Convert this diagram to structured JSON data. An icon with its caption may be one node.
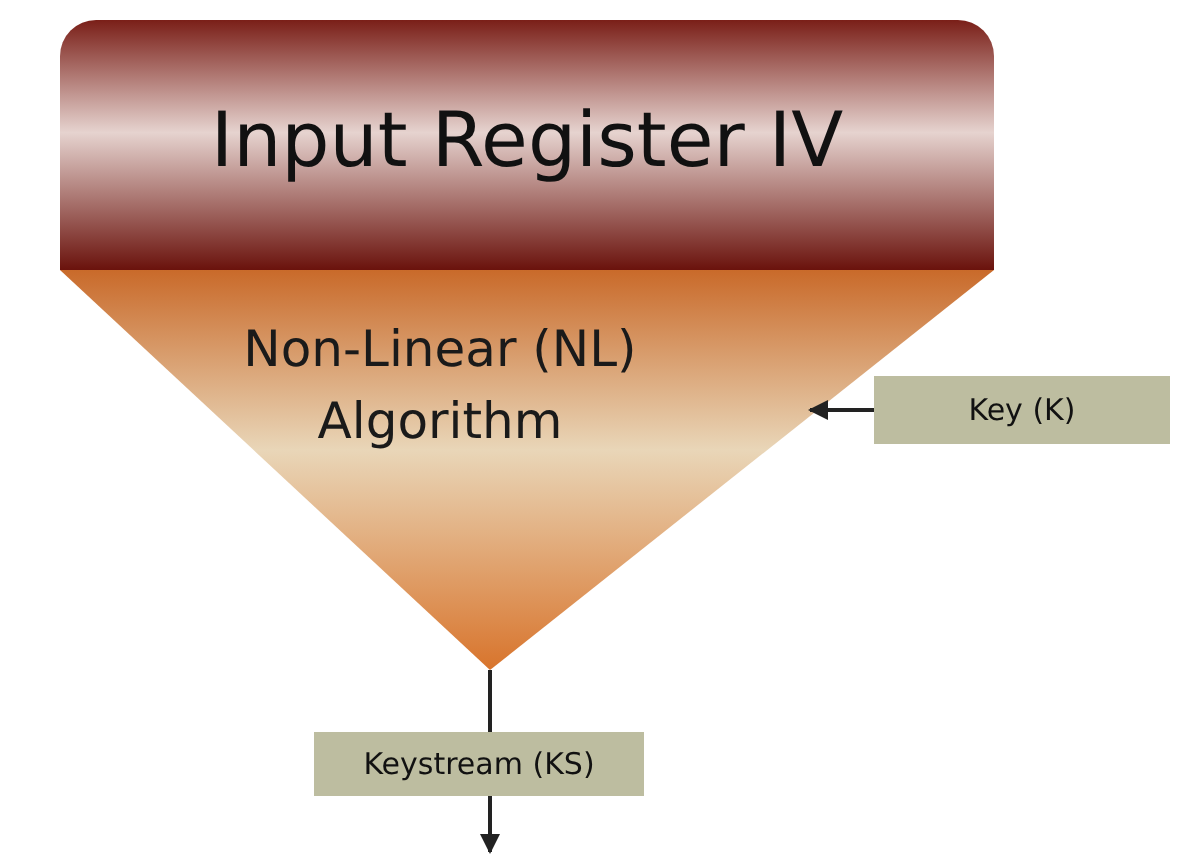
{
  "diagram": {
    "nodes": [
      {
        "text": [
          "Input Register IV"
        ]
      },
      {
        "text": [
          "Non-Linear (NL) Algorithm"
        ]
      },
      {
        "text": [
          "Key (K)"
        ]
      },
      {
        "text": [
          "Keystream (KS)"
        ]
      }
    ],
    "edges": [
      {
        "from": 2,
        "to": 1,
        "arrow": "to"
      },
      {
        "from": 1,
        "to": 3,
        "arrow": "none"
      },
      {
        "from": 3,
        "to": null,
        "arrow": "to"
      }
    ]
  }
}
